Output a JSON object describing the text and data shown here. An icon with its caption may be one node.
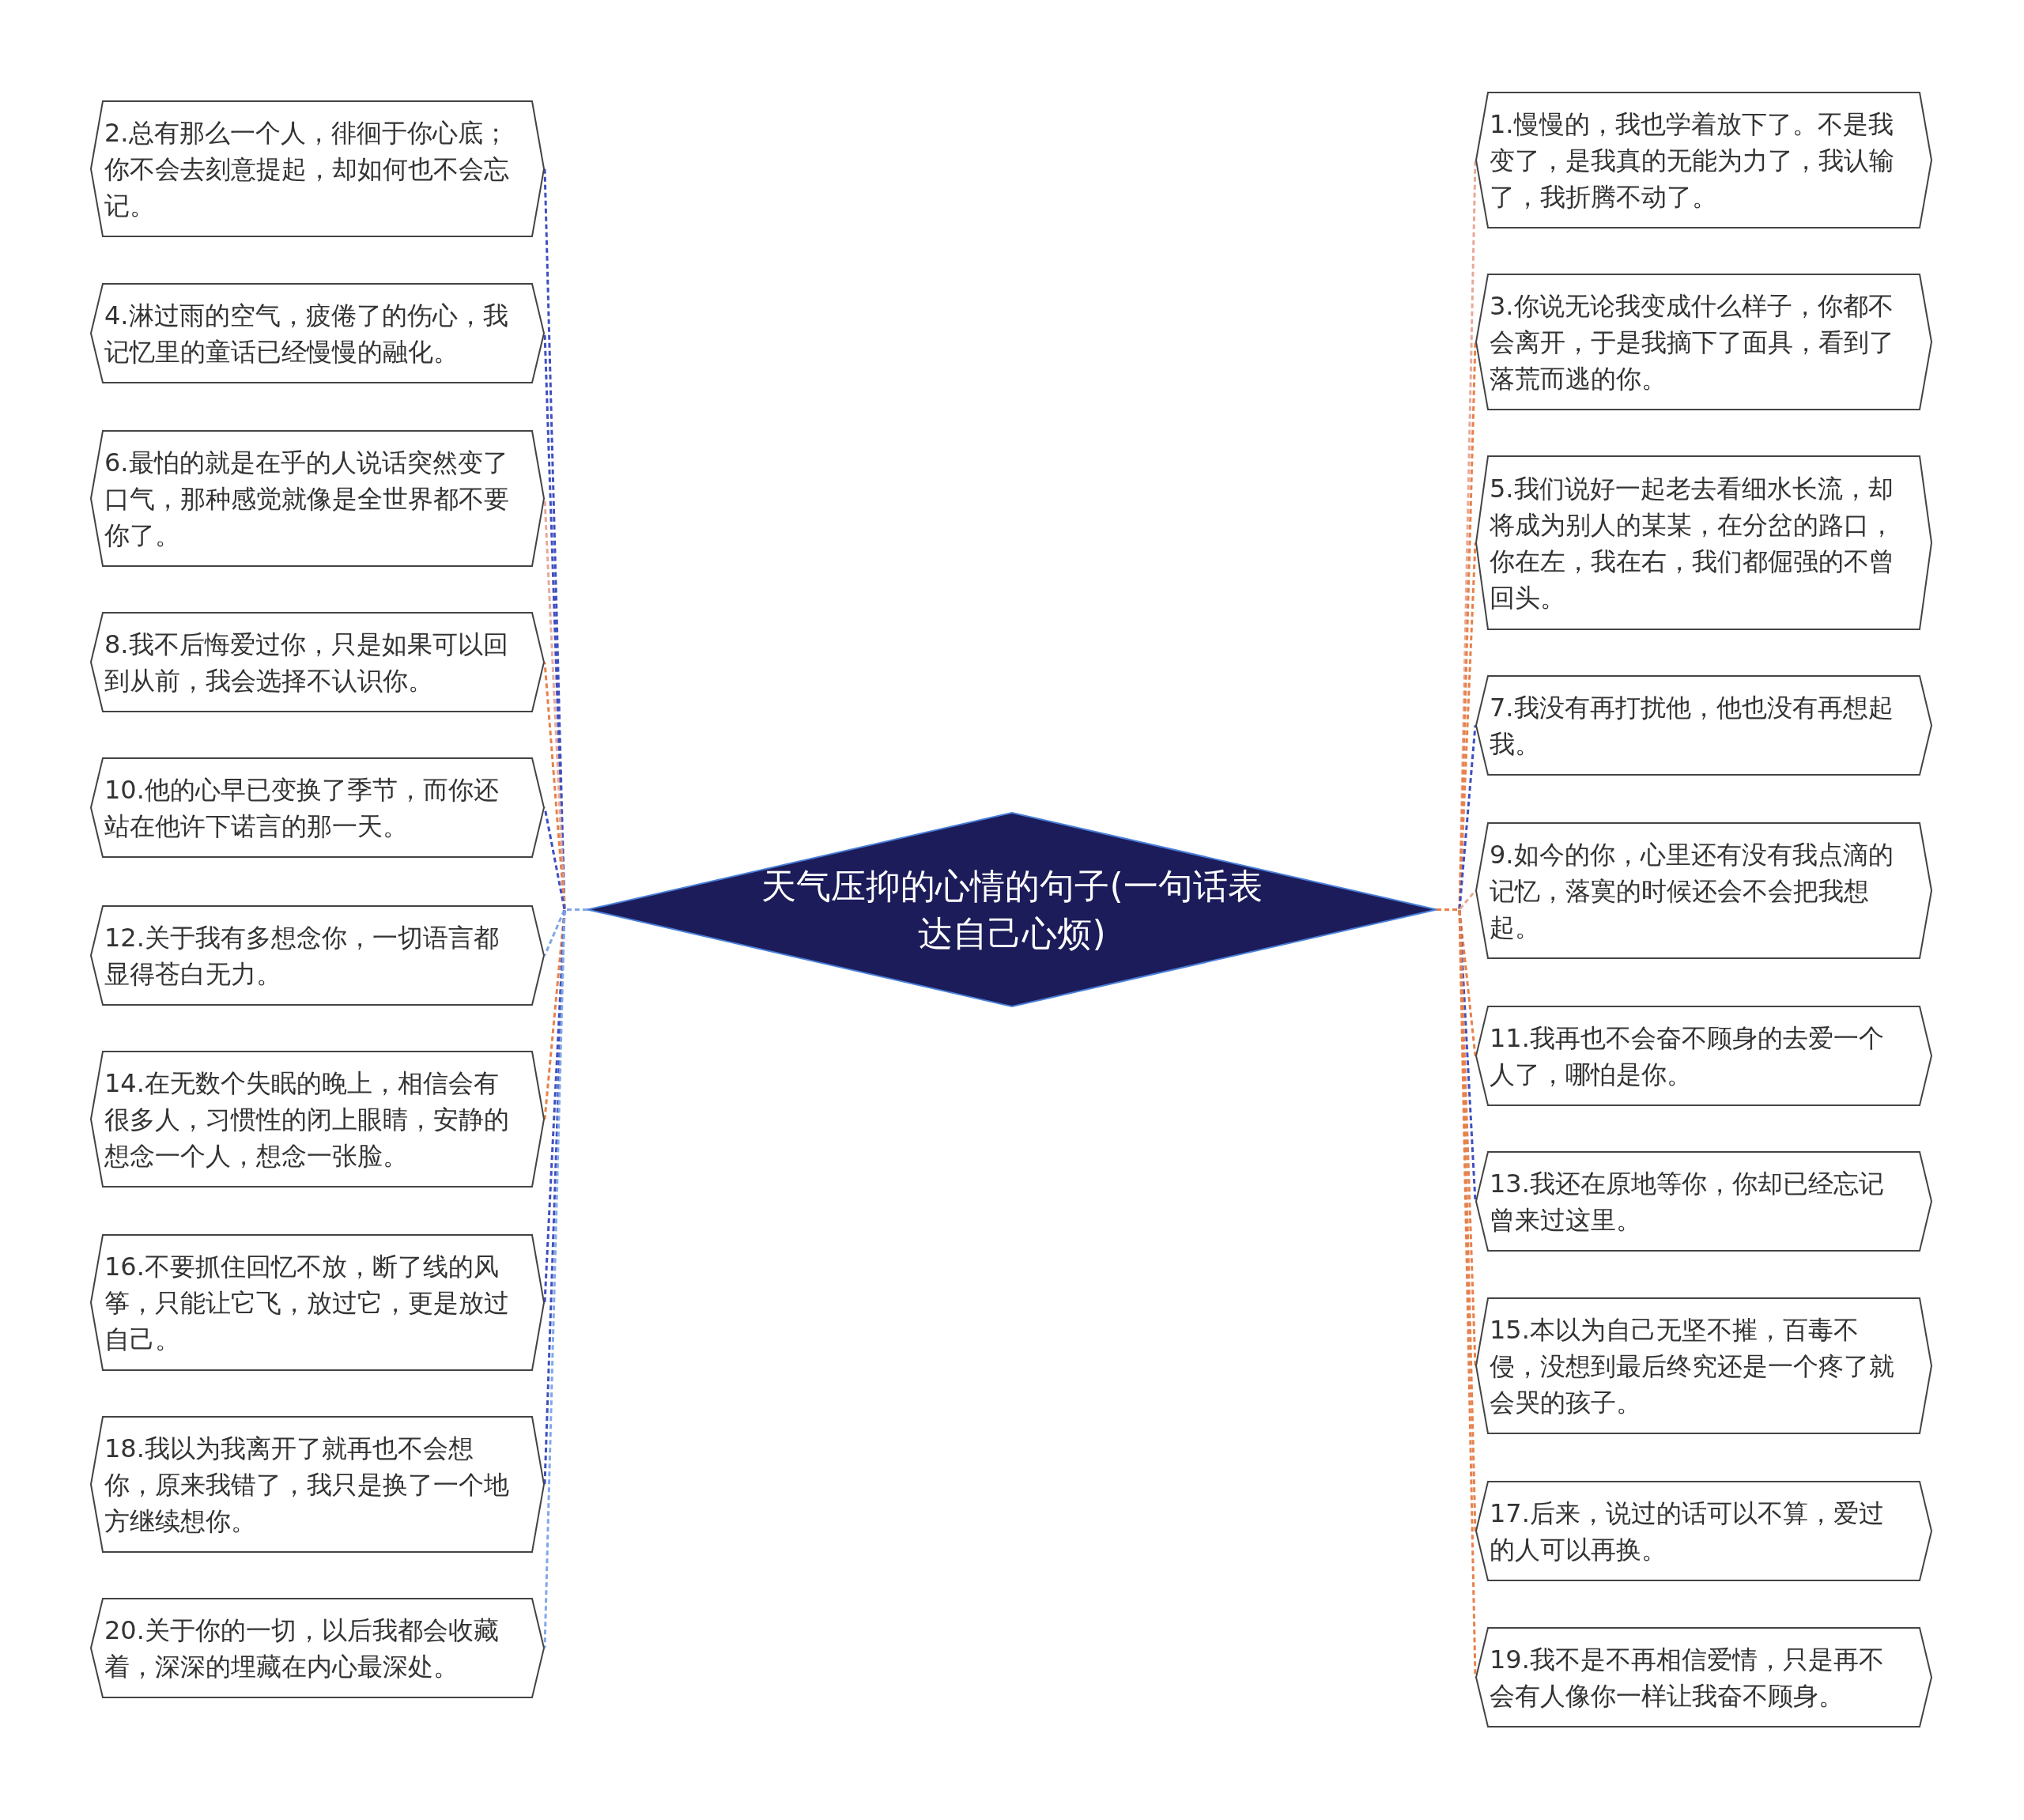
{
  "diagram": {
    "nodes": [
      {
        "text": [
          "天气压抑的心情的句子(一句话表达自己心烦)"
        ]
      },
      {
        "text": [
          "1.慢慢的，我也学着放下了。不是我变了，是我真的无能为力了，我认输了，我折腾不动了。"
        ]
      },
      {
        "text": [
          "2.总有那么一个人，徘徊于你心底；你不会去刻意提起，却如何也不会忘记。"
        ]
      },
      {
        "text": [
          "3.你说无论我变成什么样子，你都不会离开，于是我摘下了面具，看到了落荒而逃的你。"
        ]
      },
      {
        "text": [
          "4.淋过雨的空气，疲倦了的伤心，我记忆里的童话已经慢慢的融化。"
        ]
      },
      {
        "text": [
          "5.我们说好一起老去看细水长流，却将成为别人的某某，在分岔的路口，你在左，我在右，我们都倔强的不曾回头。"
        ]
      },
      {
        "text": [
          "6.最怕的就是在乎的人说话突然变了口气，那种感觉就像是全世界都不要你了。"
        ]
      },
      {
        "text": [
          "7.我没有再打扰他，他也没有再想起我。"
        ]
      },
      {
        "text": [
          "8.我不后悔爱过你，只是如果可以回到从前，我会选择不认识你。"
        ]
      },
      {
        "text": [
          "9.如今的你，心里还有没有我点滴的记忆，落寞的时候还会不会把我想起。"
        ]
      },
      {
        "text": [
          "10.他的心早已变换了季节，而你还站在他许下诺言的那一天。"
        ]
      },
      {
        "text": [
          "11.我再也不会奋不顾身的去爱一个人了，哪怕是你。"
        ]
      },
      {
        "text": [
          "12.关于我有多想念你，一切语言都显得苍白无力。"
        ]
      },
      {
        "text": [
          "13.我还在原地等你，你却已经忘记曾来过这里。"
        ]
      },
      {
        "text": [
          "14.在无数个失眠的晚上，相信会有很多人，习惯性的闭上眼睛，安静的想念一个人，想念一张脸。"
        ]
      },
      {
        "text": [
          "15.本以为自己无坚不摧，百毒不侵，没想到最后终究还是一个疼了就会哭的孩子。"
        ]
      },
      {
        "text": [
          "16.不要抓住回忆不放，断了线的风筝，只能让它飞，放过它，更是放过自己。"
        ]
      },
      {
        "text": [
          "17.后来，说过的话可以不算，爱过的人可以再换。"
        ]
      },
      {
        "text": [
          "18.我以为我离开了就再也不会想你，原来我错了，我只是换了一个地方继续想你。"
        ]
      },
      {
        "text": [
          "19.我不是不再相信爱情，只是再不会有人像你一样让我奋不顾身。"
        ]
      },
      {
        "text": [
          "20.关于你的一切，以后我都会收藏着，深深的埋藏在内心最深处。"
        ]
      }
    ],
    "edges": [
      {
        "from": 0,
        "to": 1,
        "arrow": "none",
        "style": "dashed",
        "color": "#e8a898"
      },
      {
        "from": 0,
        "to": 2,
        "arrow": "none",
        "style": "dashed",
        "color": "#3f4fc0"
      },
      {
        "from": 0,
        "to": 3,
        "arrow": "none",
        "style": "dashed",
        "color": "#e8804a"
      },
      {
        "from": 0,
        "to": 4,
        "arrow": "none",
        "style": "dashed",
        "color": "#3f4fc0"
      },
      {
        "from": 0,
        "to": 5,
        "arrow": "none",
        "style": "dashed",
        "color": "#e8804a"
      },
      {
        "from": 0,
        "to": 6,
        "arrow": "none",
        "style": "dashed",
        "color": "#e8a898"
      },
      {
        "from": 0,
        "to": 7,
        "arrow": "none",
        "style": "dashed",
        "color": "#3f4fc0"
      },
      {
        "from": 0,
        "to": 8,
        "arrow": "none",
        "style": "dashed",
        "color": "#e8804a"
      },
      {
        "from": 0,
        "to": 9,
        "arrow": "none",
        "style": "dashed",
        "color": "#e8a898"
      },
      {
        "from": 0,
        "to": 10,
        "arrow": "none",
        "style": "dashed",
        "color": "#3f4fc0"
      },
      {
        "from": 0,
        "to": 11,
        "arrow": "none",
        "style": "dashed",
        "color": "#e8804a"
      },
      {
        "from": 0,
        "to": 12,
        "arrow": "none",
        "style": "dashed",
        "color": "#7fa8e8"
      },
      {
        "from": 0,
        "to": 13,
        "arrow": "none",
        "style": "dashed",
        "color": "#3f4fc0"
      },
      {
        "from": 0,
        "to": 14,
        "arrow": "none",
        "style": "dashed",
        "color": "#e8804a"
      },
      {
        "from": 0,
        "to": 15,
        "arrow": "none",
        "style": "dashed",
        "color": "#e8804a"
      },
      {
        "from": 0,
        "to": 16,
        "arrow": "none",
        "style": "dashed",
        "color": "#3f4fc0"
      },
      {
        "from": 0,
        "to": 17,
        "arrow": "none",
        "style": "dashed",
        "color": "#e8804a"
      },
      {
        "from": 0,
        "to": 18,
        "arrow": "none",
        "style": "dashed",
        "color": "#3f4fc0"
      },
      {
        "from": 0,
        "to": 19,
        "arrow": "none",
        "style": "dashed",
        "color": "#e8804a"
      },
      {
        "from": 0,
        "to": 20,
        "arrow": "none",
        "style": "dashed",
        "color": "#7fa8e8"
      }
    ]
  }
}
